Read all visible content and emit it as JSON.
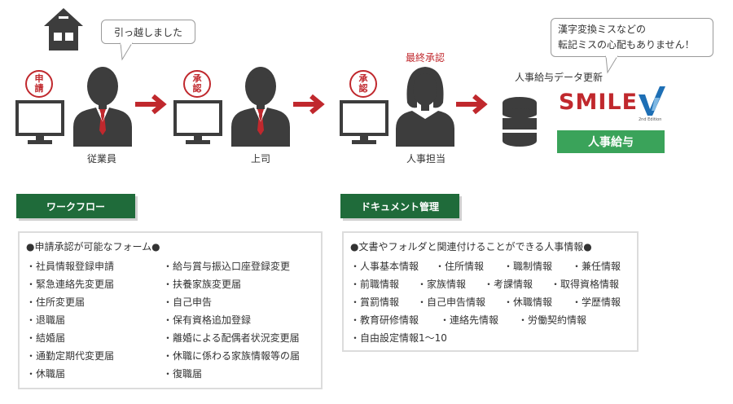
{
  "flow": {
    "speech_employee": "引っ越しました",
    "speech_system": [
      "漢字変換ミスなどの",
      "転記ミスの心配もありません！"
    ],
    "seal_apply": "申請",
    "seal_approve1": "承認",
    "seal_approve2": "承認",
    "final_approval_label": "最終承認",
    "employee_label": "従業員",
    "boss_label": "上司",
    "hr_label": "人事担当",
    "update_label": "人事給与データ更新",
    "logo_text": "SMILE",
    "logo_edition": "2nd Edition",
    "product_label": "人事給与"
  },
  "colors": {
    "accent_red": "#c0282d",
    "tag_green": "#1f6b3a",
    "bar_green": "#3aa35a",
    "logo_blue": "#1e6fb5"
  },
  "workflow": {
    "tag": "ワークフロー",
    "title": "●申請承認が可能なフォーム●",
    "left_items": [
      "・社員情報登録申請",
      "・緊急連絡先変更届",
      "・住所変更届",
      "・退職届",
      "・結婚届",
      "・通勤定期代変更届",
      "・休職届"
    ],
    "right_items": [
      "・給与賞与振込口座登録変更",
      "・扶養家族変更届",
      "・自己申告",
      "・保有資格追加登録",
      "・離婚による配偶者状況変更届",
      "・休職に係わる家族情報等の届",
      "・復職届"
    ]
  },
  "document": {
    "tag": "ドキュメント管理",
    "title": "●文書やフォルダと関連付けることができる人事情報●",
    "rows": [
      [
        "・人事基本情報",
        "・住所情報",
        "・職制情報",
        "・兼任情報"
      ],
      [
        "・前職情報",
        "・家族情報",
        "・考課情報",
        "・取得資格情報"
      ],
      [
        "・賞罰情報",
        "・自己申告情報",
        "・休職情報",
        "・学歴情報"
      ],
      [
        "・教育研修情報",
        "・連絡先情報",
        "・労働契約情報"
      ],
      [
        "・自由設定情報1〜10"
      ]
    ]
  }
}
